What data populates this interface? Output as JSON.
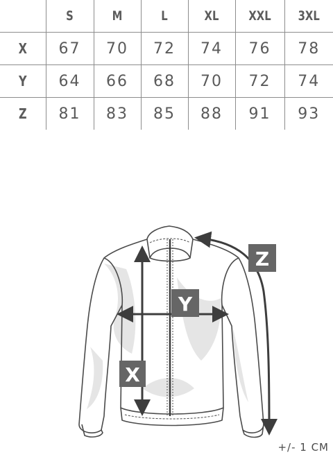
{
  "size_chart": {
    "columns": [
      "S",
      "M",
      "L",
      "XL",
      "XXL",
      "3XL"
    ],
    "rows": [
      {
        "label": "X",
        "values": [
          "67",
          "70",
          "72",
          "74",
          "76",
          "78"
        ]
      },
      {
        "label": "Y",
        "values": [
          "64",
          "66",
          "68",
          "70",
          "72",
          "74"
        ]
      },
      {
        "label": "Z",
        "values": [
          "81",
          "83",
          "85",
          "88",
          "91",
          "93"
        ]
      }
    ]
  },
  "diagram": {
    "label_x": "X",
    "label_y": "Y",
    "label_z": "Z"
  },
  "tolerance": "+/- 1 CM",
  "colors": {
    "badge": "#666666",
    "arrow": "#3d3d3d",
    "outline": "#4a4a4a",
    "grid": "#8c8c8c"
  }
}
